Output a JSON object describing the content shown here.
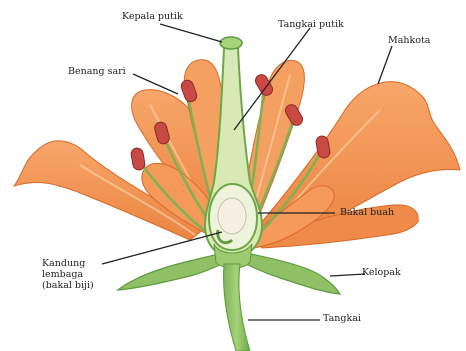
{
  "labels": {
    "kepala_putik": "Kepala putik",
    "tangkai_putik": "Tangkai putik",
    "mahkota": "Mahkota",
    "benang_sari": "Benang sari",
    "bakal_buah": "Bakal buah",
    "kandung_lembaga_line1": "Kandung",
    "kandung_lembaga_line2": "lembaga",
    "kandung_lembaga_line3": "(bakal biji)",
    "kelopak": "Kelopak",
    "tangkai": "Tangkai"
  },
  "colors": {
    "petal": "#f2924c",
    "petal_dark": "#d9692a",
    "petal_light": "#f7b07a",
    "stem": "#8fc065",
    "stem_dark": "#5e9a3e",
    "anther": "#c94a44",
    "ovary_fill": "#eef4dc",
    "ovule": "#f6efe3",
    "leader_line": "#222222"
  }
}
